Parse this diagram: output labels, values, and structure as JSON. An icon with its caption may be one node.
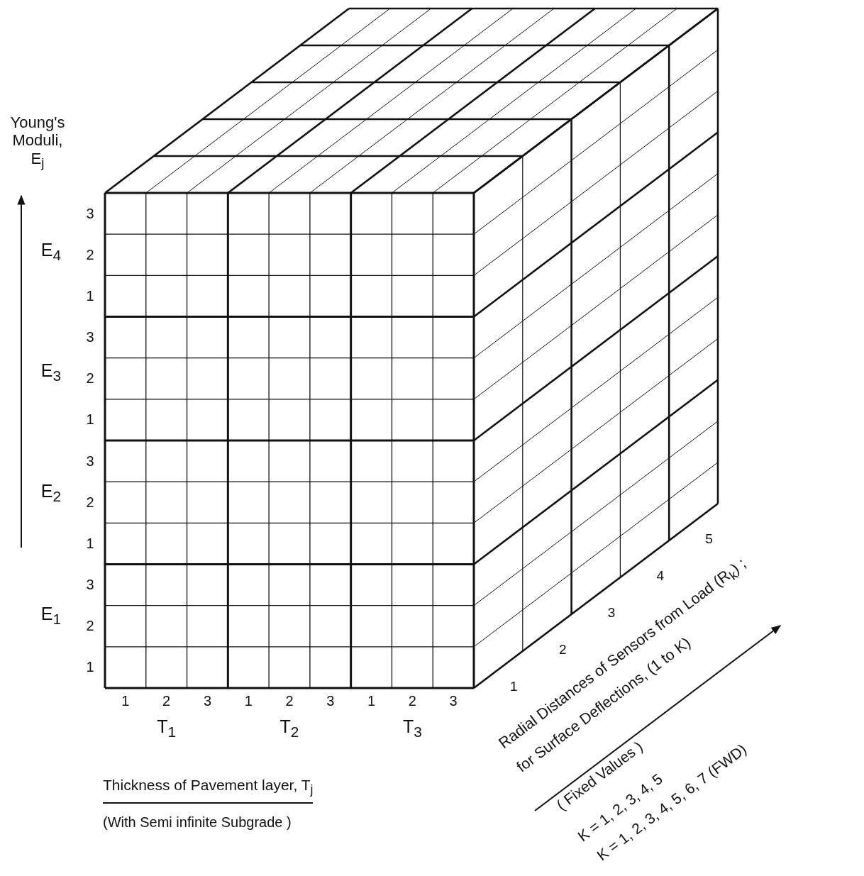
{
  "diagram": {
    "labels": [
      "Young's Moduli, E$_{j}$",
      "E$_{4}$",
      "E$_{3}$",
      "E$_{2}$",
      "E$_{1}$",
      "3",
      "2",
      "1",
      "3",
      "2",
      "1",
      "3",
      "2",
      "1",
      "3",
      "2",
      "1",
      "1",
      "2",
      "3",
      "1",
      "2",
      "3",
      "1",
      "2",
      "3",
      "T$_{1}$",
      "T$_{2}$",
      "T$_{3}$",
      "Thickness of Pavement layer, T$_{j}$",
      "(With Semi infinite Subgrade )",
      "1",
      "2",
      "3",
      "4",
      "5",
      "Radial Distances of Sensors from Load (R$_{k}$) ; for Surface Deflections, (1 to K)",
      "( Fixed Values )",
      "K = 1, 2, 3, 4, 5",
      "K = 1, 2, 3, 4, 5, 6, 7 (FWD)"
    ]
  }
}
